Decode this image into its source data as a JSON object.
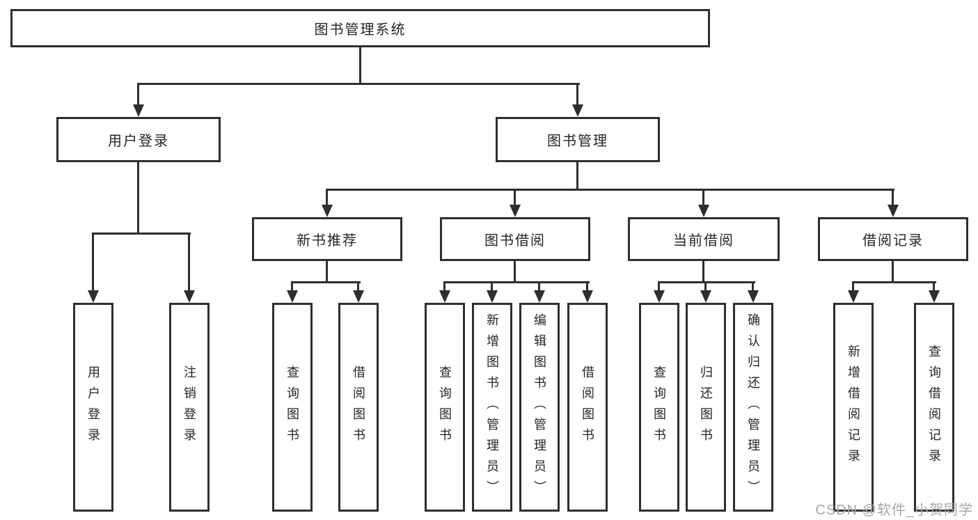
{
  "diagram": {
    "type": "hierarchy",
    "title": "图书管理系统"
  },
  "nodes": {
    "root": "图书管理系统",
    "userLogin": "用户登录",
    "bookMgmt": "图书管理",
    "newBookRec": "新书推荐",
    "bookBorrow": "图书借阅",
    "currentBorrow": "当前借阅",
    "borrowRecords": "借阅记录",
    "leafUserLogin": "用户登录",
    "leafLogout": "注销登录",
    "recQueryBooks": "查询图书",
    "recBorrowBooks": "借阅图书",
    "borQueryBooks": "查询图书",
    "borAddBooksAdmin": "新增图书（管理员）",
    "borEditBooksAdmin": "编辑图书（管理员）",
    "borBorrowBooks": "借阅图书",
    "curQueryBooks": "查询图书",
    "curReturnBooks": "归还图书",
    "curConfirmReturnAdmin": "确认归还（管理员）",
    "recAddBorrowRecord": "新增借阅记录",
    "recQueryBorrowRecord": "查询借阅记录"
  },
  "hierarchy": {
    "root": [
      "userLogin",
      "bookMgmt"
    ],
    "userLogin": [
      "leafUserLogin",
      "leafLogout"
    ],
    "bookMgmt": [
      "newBookRec",
      "bookBorrow",
      "currentBorrow",
      "borrowRecords"
    ],
    "newBookRec": [
      "recQueryBooks",
      "recBorrowBooks"
    ],
    "bookBorrow": [
      "borQueryBooks",
      "borAddBooksAdmin",
      "borEditBooksAdmin",
      "borBorrowBooks"
    ],
    "currentBorrow": [
      "curQueryBooks",
      "curReturnBooks",
      "curConfirmReturnAdmin"
    ],
    "borrowRecords": [
      "recAddBorrowRecord",
      "recQueryBorrowRecord"
    ]
  },
  "watermark": "CSDN @软件_小贺同学",
  "colors": {
    "line": "#2e2e2e",
    "boxFill": "#ffffff",
    "text": "#262626",
    "watermark": "#a6a6a6",
    "background": "#ffffff"
  }
}
